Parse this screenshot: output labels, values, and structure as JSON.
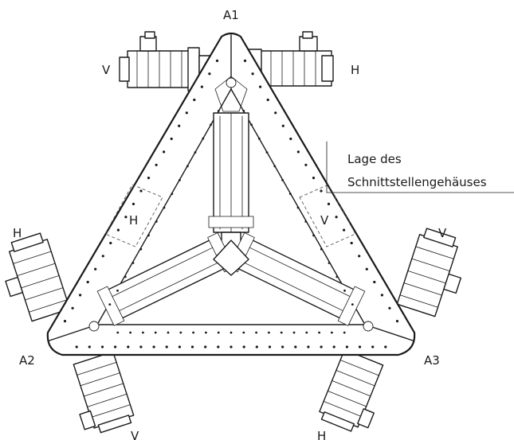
{
  "drawing": {
    "corners": [
      {
        "id": "a1",
        "label": "A1"
      },
      {
        "id": "a2",
        "label": "A2"
      },
      {
        "id": "a3",
        "label": "A3"
      }
    ],
    "motor_labels": {
      "top_left": "V",
      "top_right": "H",
      "left_upper": "H",
      "right_upper": "V",
      "bottom_left": "V",
      "bottom_right": "H"
    },
    "interface_box_labels": {
      "left": "H",
      "right": "V"
    },
    "annotation": {
      "line1": "Lage des",
      "line2": "Schnittstellengehäuses"
    }
  }
}
